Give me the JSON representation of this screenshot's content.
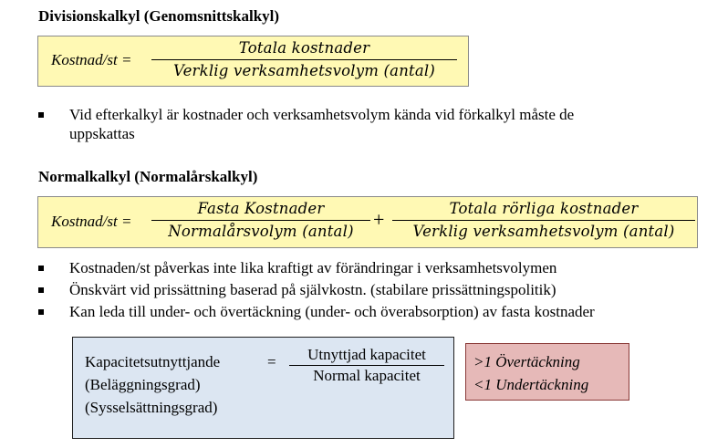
{
  "division": {
    "heading": "Divisionskalkyl (Genomsnittskalkyl)",
    "formula_lhs": "Kostnad/st =",
    "numerator": "Totala kostnader",
    "denominator": "Verklig verksamhetsvolym (antal)"
  },
  "division_bullets": [
    {
      "line1": "Vid efterkalkyl är kostnader och verksamhetsvolym kända vid förkalkyl måste de",
      "line2": "uppskattas"
    }
  ],
  "normal": {
    "heading": "Normalkalkyl (Normalårskalkyl)",
    "formula_lhs": "Kostnad/st =",
    "term1_numerator": "Fasta Kostnader",
    "term1_denominator": "Normalårsvolym (antal)",
    "operator": "+",
    "term2_numerator": "Totala rörliga kostnader",
    "term2_denominator": "Verklig verksamhetsvolym (antal)"
  },
  "normal_bullets": [
    "Kostnaden/st påverkas inte lika kraftigt av förändringar i verksamhetsvolymen",
    "Önskvärt vid prissättning baserad på självkostn. (stabilare prissättningspolitik)",
    "Kan leda till under- och övertäckning (under- och överabsorption) av fasta kostnader"
  ],
  "capacity": {
    "label1": "Kapacitetsutnyttjande",
    "label2": "(Beläggningsgrad)",
    "label3": "(Sysselsättningsgrad)",
    "equals": "=",
    "numerator": "Utnyttjad kapacitet",
    "denominator": "Normal kapacitet"
  },
  "ratio": {
    "line1": ">1  Övertäckning",
    "line2": "<1  Undertäckning"
  },
  "colors": {
    "formula_box": "#fff9b4",
    "capacity_box": "#dce6f2",
    "ratio_box": "#e6b9b8"
  }
}
